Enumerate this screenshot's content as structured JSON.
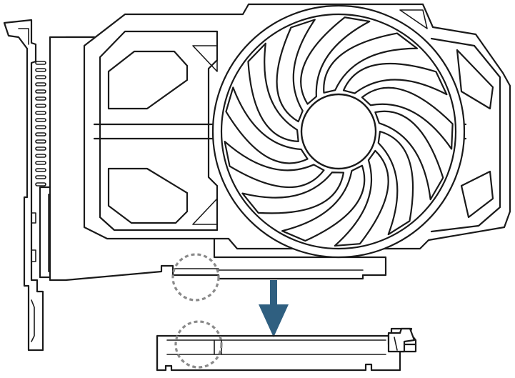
{
  "diagram": {
    "components": [
      "graphics-card",
      "pci-express-slot",
      "insertion-arrow",
      "notch-highlight-card",
      "notch-highlight-slot"
    ],
    "fan_blade_count": 13,
    "colors": {
      "line": "#1a1a1a",
      "background": "#ffffff",
      "arrow": "#2f5f80",
      "highlight": "#8a8a8a"
    }
  }
}
